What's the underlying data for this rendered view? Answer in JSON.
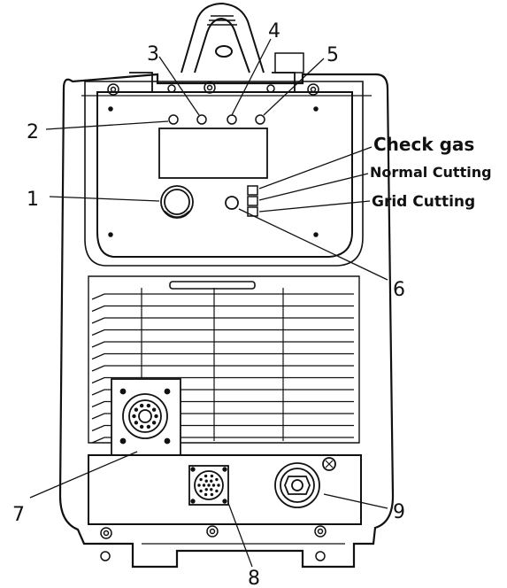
{
  "callouts": {
    "c1": "1",
    "c2": "2",
    "c3": "3",
    "c4": "4",
    "c5": "5",
    "c6": "6",
    "c7": "7",
    "c8": "8",
    "c9": "9"
  },
  "indicators": {
    "check_gas": "Check gas",
    "normal_cutting": "Normal Cutting",
    "grid_cutting": "Grid Cutting"
  },
  "colors": {
    "line": "#111111",
    "background": "#ffffff"
  }
}
